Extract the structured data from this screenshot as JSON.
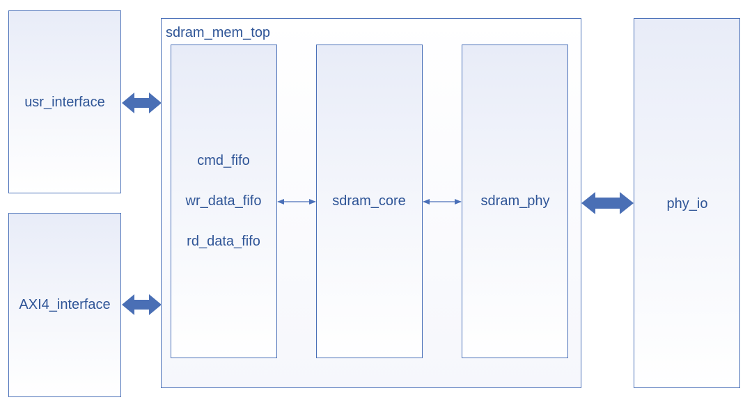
{
  "diagram": {
    "blocks": {
      "usr_interface": "usr_interface",
      "axi4_interface": "AXI4_interface",
      "sdram_mem_top": "sdram_mem_top",
      "fifo_cmd": "cmd_fifo",
      "fifo_wr": "wr_data_fifo",
      "fifo_rd": "rd_data_fifo",
      "sdram_core": "sdram_core",
      "sdram_phy": "sdram_phy",
      "phy_io": "phy_io"
    },
    "colors": {
      "border": "#4a70b8",
      "text": "#2f5597",
      "thick_arrow": "#4a6fb5",
      "thin_arrow": "#4a70b8"
    }
  }
}
